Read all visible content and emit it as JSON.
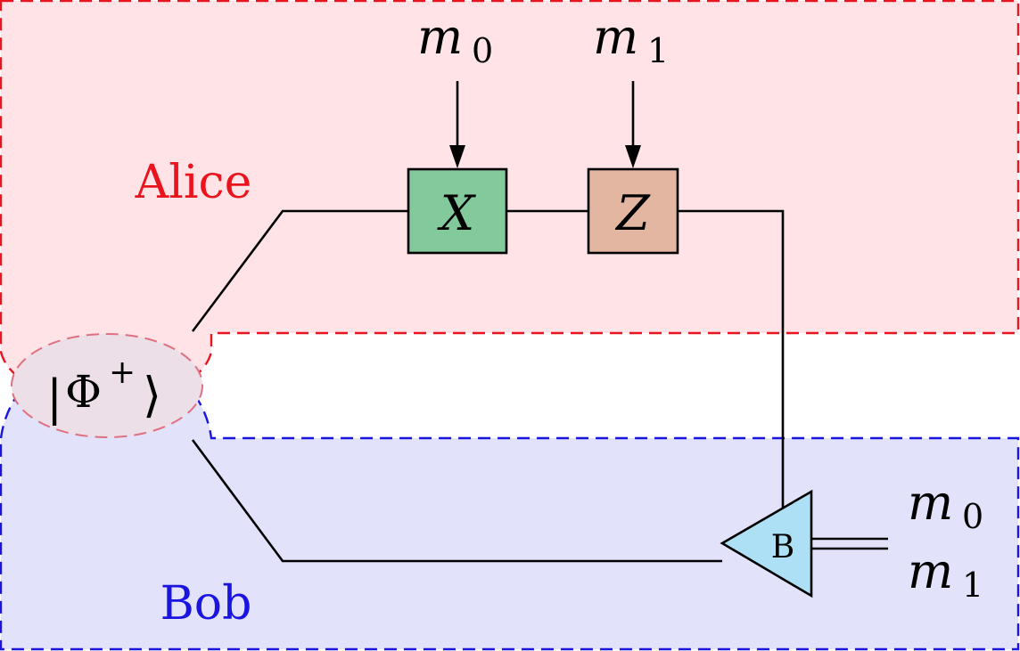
{
  "regions": {
    "alice": {
      "label": "Alice",
      "color": "#e8141e",
      "fill": "#ffe3e6"
    },
    "bob": {
      "label": "Bob",
      "color": "#1a14e0",
      "fill": "#e2e2fb"
    }
  },
  "entangled_state": {
    "label": "|Φ⁺⟩",
    "bra_open": "|",
    "symbol": "Φ",
    "superscript": "+",
    "bra_close": "⟩",
    "fill": "#ecdfe8"
  },
  "alice_inputs": [
    {
      "var": "m",
      "sub": "0"
    },
    {
      "var": "m",
      "sub": "1"
    }
  ],
  "gates": [
    {
      "label": "X",
      "fill": "#82c99b"
    },
    {
      "label": "Z",
      "fill": "#e3b6a2"
    }
  ],
  "measurement": {
    "label": "B",
    "fill": "#aee0f5"
  },
  "bob_outputs": [
    {
      "var": "m",
      "sub": "0"
    },
    {
      "var": "m",
      "sub": "1"
    }
  ]
}
